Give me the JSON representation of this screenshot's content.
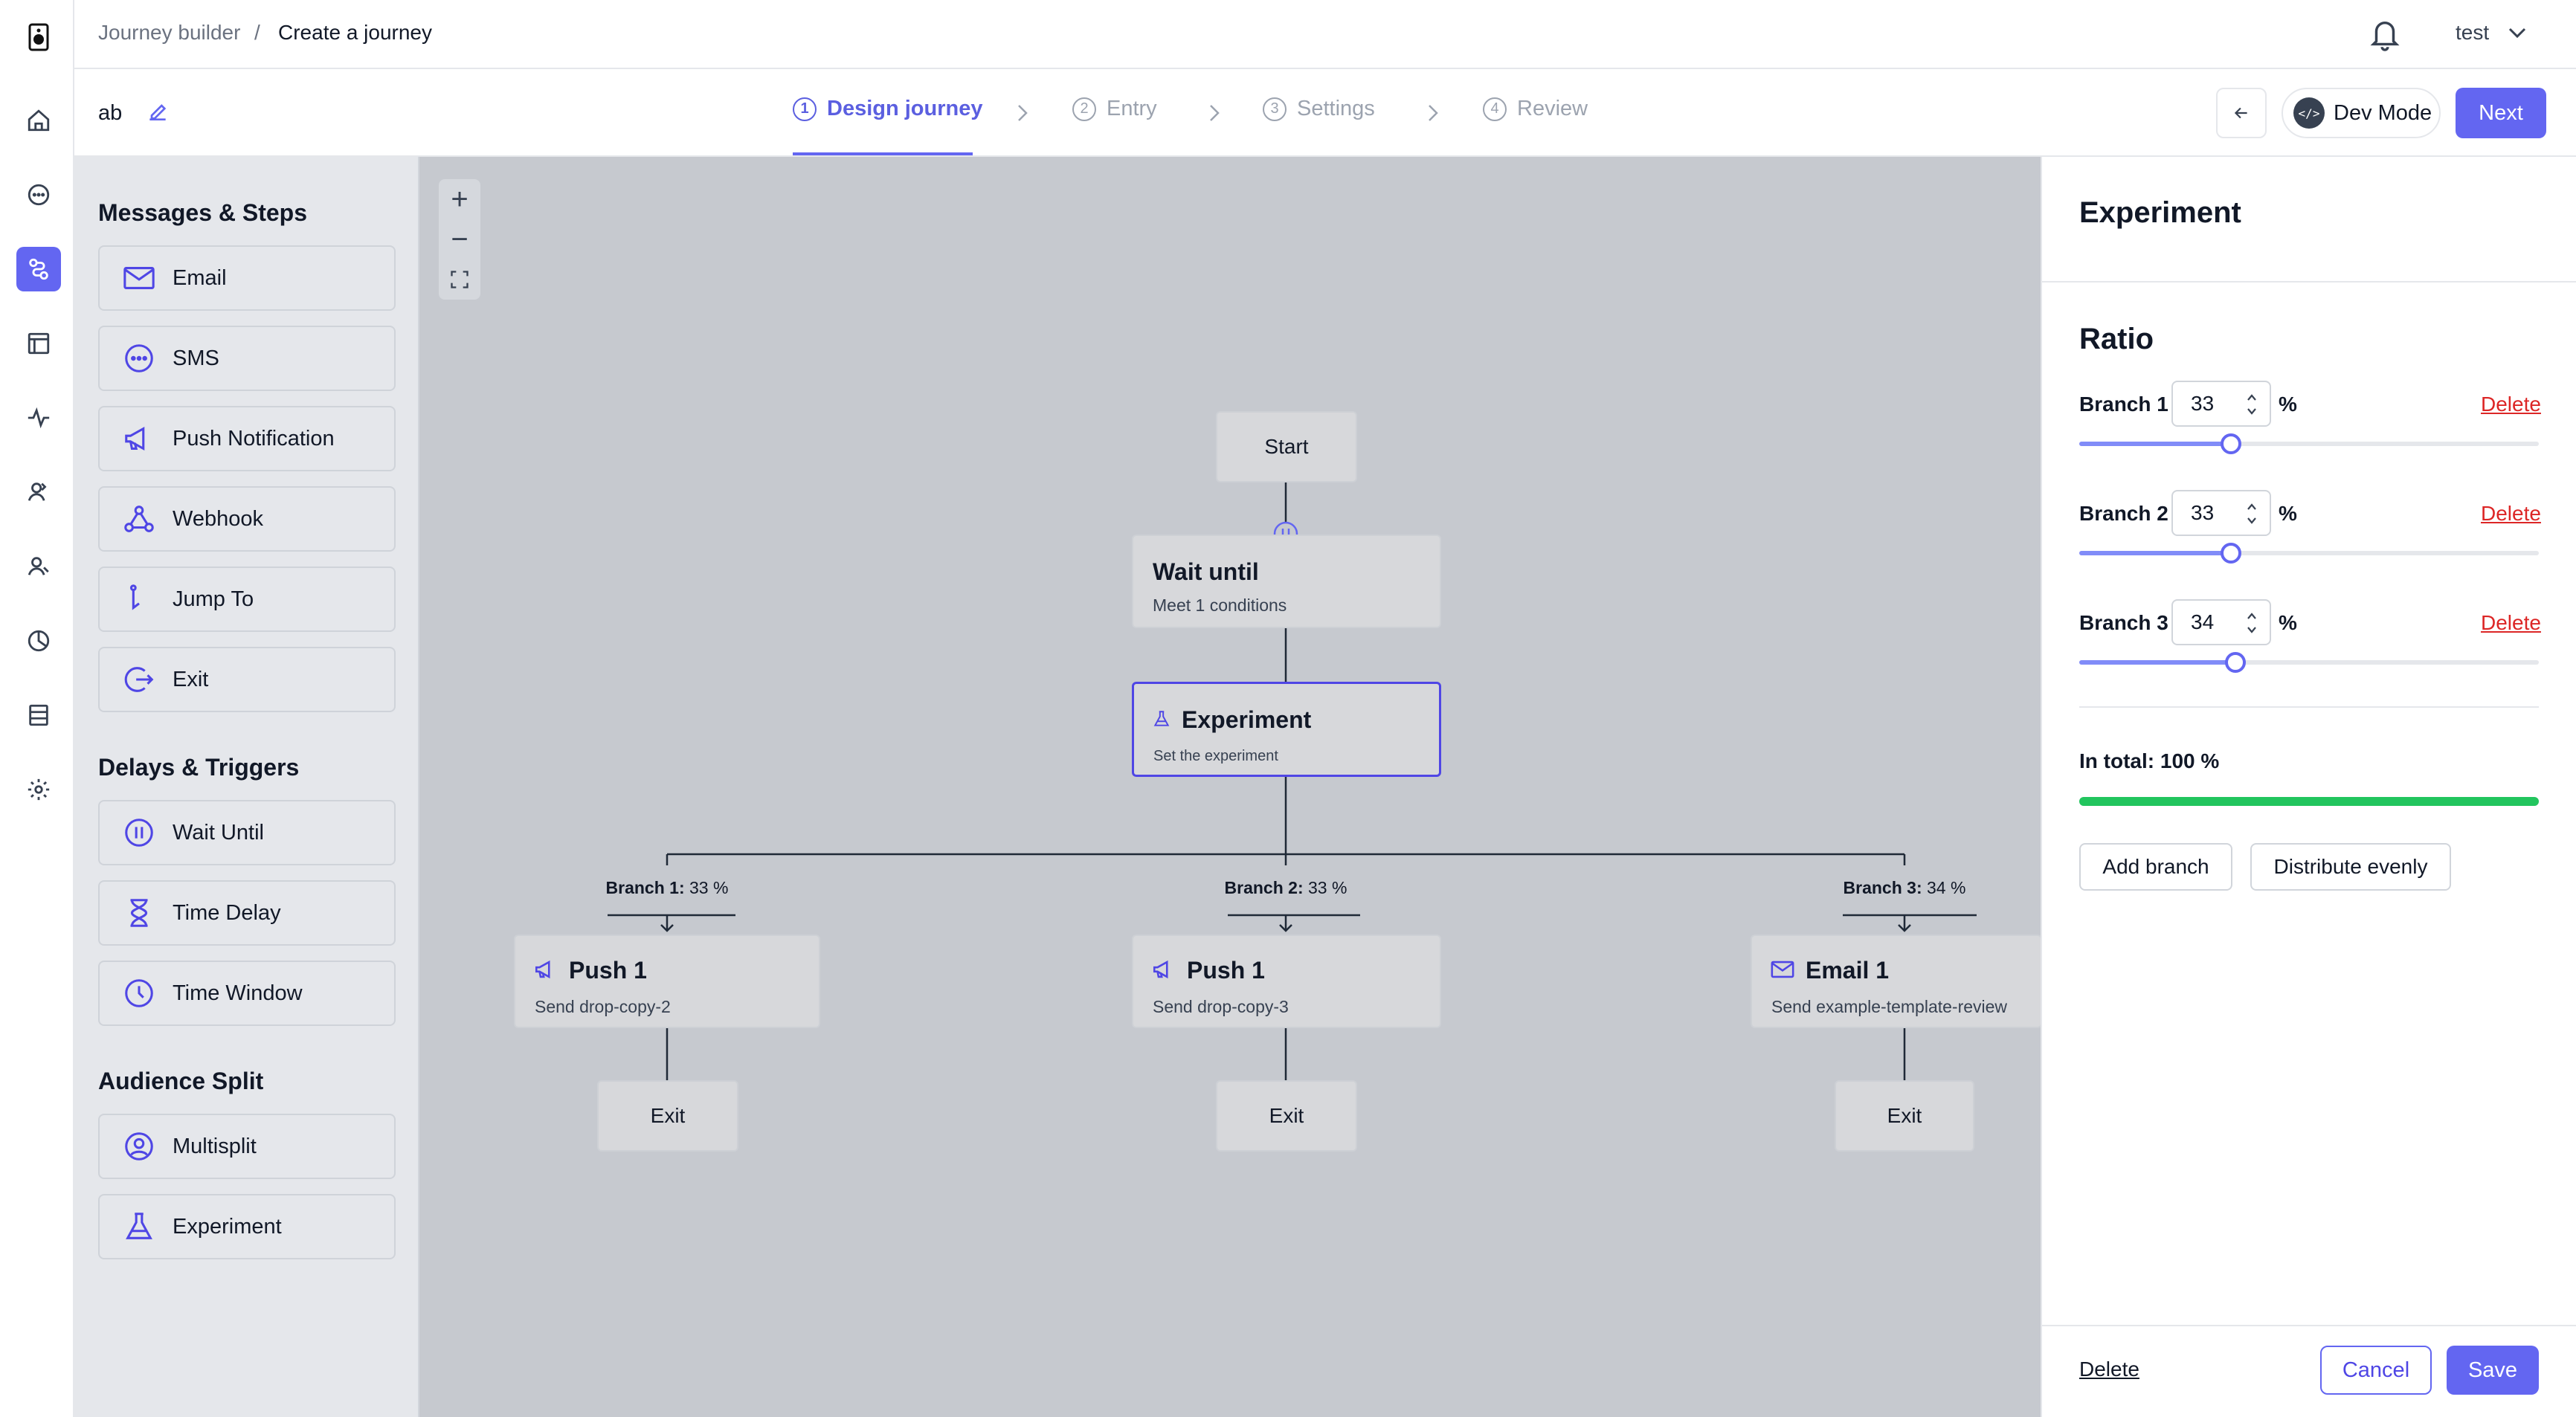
{
  "rail": {
    "icons": [
      "logo-icon",
      "home-icon",
      "chat-icon",
      "journeys-icon",
      "templates-icon",
      "activity-icon",
      "segments-icon",
      "people-icon",
      "analytics-icon",
      "database-icon",
      "settings-icon"
    ],
    "active": "journeys-icon"
  },
  "header": {
    "breadcrumb_parent": "Journey builder",
    "breadcrumb_sep": "/",
    "breadcrumb_current": "Create a journey",
    "user": "test"
  },
  "subbar": {
    "journey_name": "ab",
    "steps": [
      {
        "num": "1",
        "label": "Design journey",
        "active": true
      },
      {
        "num": "2",
        "label": "Entry",
        "active": false
      },
      {
        "num": "3",
        "label": "Settings",
        "active": false
      },
      {
        "num": "4",
        "label": "Review",
        "active": false
      }
    ],
    "dev_mode_label": "Dev Mode",
    "next_label": "Next"
  },
  "palette": {
    "messages_title": "Messages & Steps",
    "messages": [
      "Email",
      "SMS",
      "Push Notification",
      "Webhook",
      "Jump To",
      "Exit"
    ],
    "delays_title": "Delays & Triggers",
    "delays": [
      "Wait Until",
      "Time Delay",
      "Time Window"
    ],
    "audience_title": "Audience Split",
    "audience": [
      "Multisplit",
      "Experiment"
    ]
  },
  "canvas": {
    "zoom_in": "+",
    "zoom_out": "−",
    "start": "Start",
    "wait": {
      "title": "Wait until",
      "sub": "Meet 1 conditions"
    },
    "experiment": {
      "title": "Experiment",
      "sub": "Set the experiment"
    },
    "branches": [
      {
        "label": "Branch 1:",
        "pct": "33 %",
        "node_title": "Push 1",
        "node_sub": "Send drop-copy-2",
        "exit": "Exit"
      },
      {
        "label": "Branch 2:",
        "pct": "33 %",
        "node_title": "Push 1",
        "node_sub": "Send drop-copy-3",
        "exit": "Exit"
      },
      {
        "label": "Branch 3:",
        "pct": "34 %",
        "node_title": "Email 1",
        "node_sub": "Send example-template-review",
        "exit": "Exit"
      }
    ]
  },
  "panel": {
    "title": "Experiment",
    "ratio_title": "Ratio",
    "branches": [
      {
        "label": "Branch 1",
        "value": "33",
        "pct_sign": "%",
        "delete": "Delete",
        "fraction": 0.33
      },
      {
        "label": "Branch 2",
        "value": "33",
        "pct_sign": "%",
        "delete": "Delete",
        "fraction": 0.33
      },
      {
        "label": "Branch 3",
        "value": "34",
        "pct_sign": "%",
        "delete": "Delete",
        "fraction": 0.34
      }
    ],
    "total_label": "In total: 100 %",
    "total_fraction": 1.0,
    "add_branch": "Add branch",
    "distribute": "Distribute evenly",
    "footer_delete": "Delete",
    "cancel": "Cancel",
    "save": "Save"
  },
  "colors": {
    "accent": "#6366f1",
    "danger": "#dc2626",
    "success": "#22c55e",
    "canvas_bg": "#c6c9cf"
  }
}
